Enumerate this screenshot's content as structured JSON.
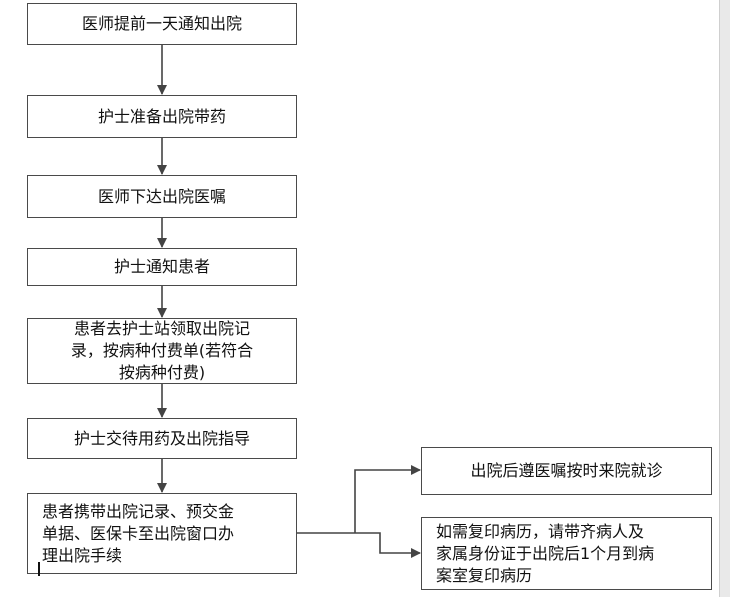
{
  "flowchart": {
    "steps": [
      {
        "id": "b1",
        "text": "医师提前一天通知出院"
      },
      {
        "id": "b2",
        "text": "护士准备出院带药"
      },
      {
        "id": "b3",
        "text": "医师下达出院医嘱"
      },
      {
        "id": "b4",
        "text": "护士通知患者"
      },
      {
        "id": "b5",
        "text": "患者去护士站领取出院记\n录，按病种付费单(若符合\n按病种付费)"
      },
      {
        "id": "b6",
        "text": "护士交待用药及出院指导"
      },
      {
        "id": "b7",
        "text": "患者携带出院记录、预交金\n单据、医保卡至出院窗口办\n理出院手续"
      }
    ],
    "branches": [
      {
        "id": "b8",
        "text": "出院后遵医嘱按时来院就诊"
      },
      {
        "id": "b9",
        "text": "如需复印病历，请带齐病人及\n家属身份证于出院后1个月到病\n案室复印病历"
      }
    ]
  },
  "colors": {
    "border": "#4a4a4a",
    "arrow": "#444444",
    "text": "#111111",
    "background": "#ffffff"
  }
}
